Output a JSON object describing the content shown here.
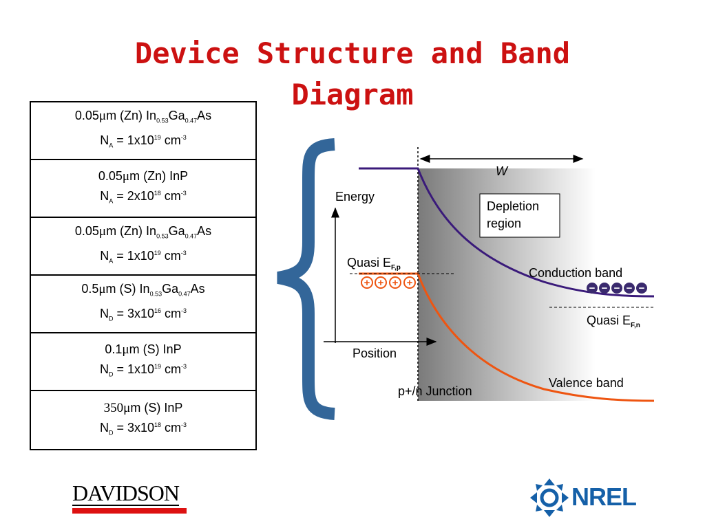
{
  "title": {
    "line1": "Device Structure and Band",
    "line2": "Diagram"
  },
  "layers": [
    {
      "l1": {
        "a": "0.05",
        "mu": "μ",
        "b": "m (Zn) In",
        "s1": "0.53",
        "c": "Ga",
        "s2": "0.47",
        "d": "As"
      },
      "l2": {
        "N": "N",
        "sub": "A",
        "eq": " = 1x10",
        "exp": "19",
        "unit": " cm",
        "uexp": "-3"
      }
    },
    {
      "l1": {
        "a": "0.05",
        "mu": "μ",
        "b": "m (Zn) InP"
      },
      "l2": {
        "N": "N",
        "sub": "A",
        "eq": " = 2x10",
        "exp": "18",
        "unit": " cm",
        "uexp": "-3"
      }
    },
    {
      "l1": {
        "a": "0.05",
        "mu": "μ",
        "b": "m (Zn) In",
        "s1": "0.53",
        "c": "Ga",
        "s2": "0.47",
        "d": "As"
      },
      "l2": {
        "N": "N",
        "sub": "A",
        "eq": " = 1x10",
        "exp": "19",
        "unit": " cm",
        "uexp": "-3"
      }
    },
    {
      "l1": {
        "a": "0.5",
        "mu": "μ",
        "b": "m (S) In",
        "s1": "0.53",
        "c": "Ga",
        "s2": "0.47",
        "d": "As"
      },
      "l2": {
        "N": "N",
        "sub": "D",
        "eq": " = 3x10",
        "exp": "16",
        "unit": " cm",
        "uexp": "-3"
      }
    },
    {
      "l1": {
        "a": "0.1",
        "mu": "μ",
        "b": "m (S) InP"
      },
      "l2": {
        "N": "N",
        "sub": "D",
        "eq": " = 1x10",
        "exp": "19",
        "unit": " cm",
        "uexp": "-3"
      }
    },
    {
      "l1": {
        "a": "350",
        "mu": "μ",
        "b": "m (S) InP"
      },
      "l2": {
        "N": "N",
        "sub": "D",
        "eq": " = 3x10",
        "exp": "18",
        "unit": " cm",
        "uexp": "-3"
      }
    }
  ],
  "diagram": {
    "w_label": "W",
    "energy_label": "Energy",
    "position_label": "Position",
    "depletion_line1": "Depletion",
    "depletion_line2": "region",
    "quasi_p": {
      "text": "Quasi E",
      "sub": "F,p"
    },
    "quasi_n": {
      "text": "Quasi E",
      "sub": "F,n"
    },
    "conduction_label": "Conduction band",
    "valence_label": "Valence band",
    "junction_label": "p+/n Junction",
    "hole_symbol": "+",
    "electron_symbol": "−",
    "colors": {
      "conduction": "#3a1a7a",
      "valence": "#ee5511",
      "brace": "#336699",
      "holes": "#ee5511",
      "electrons": "#3a2a6e"
    }
  },
  "logos": {
    "davidson": "DAVIDSON",
    "nrel": "NREL"
  }
}
